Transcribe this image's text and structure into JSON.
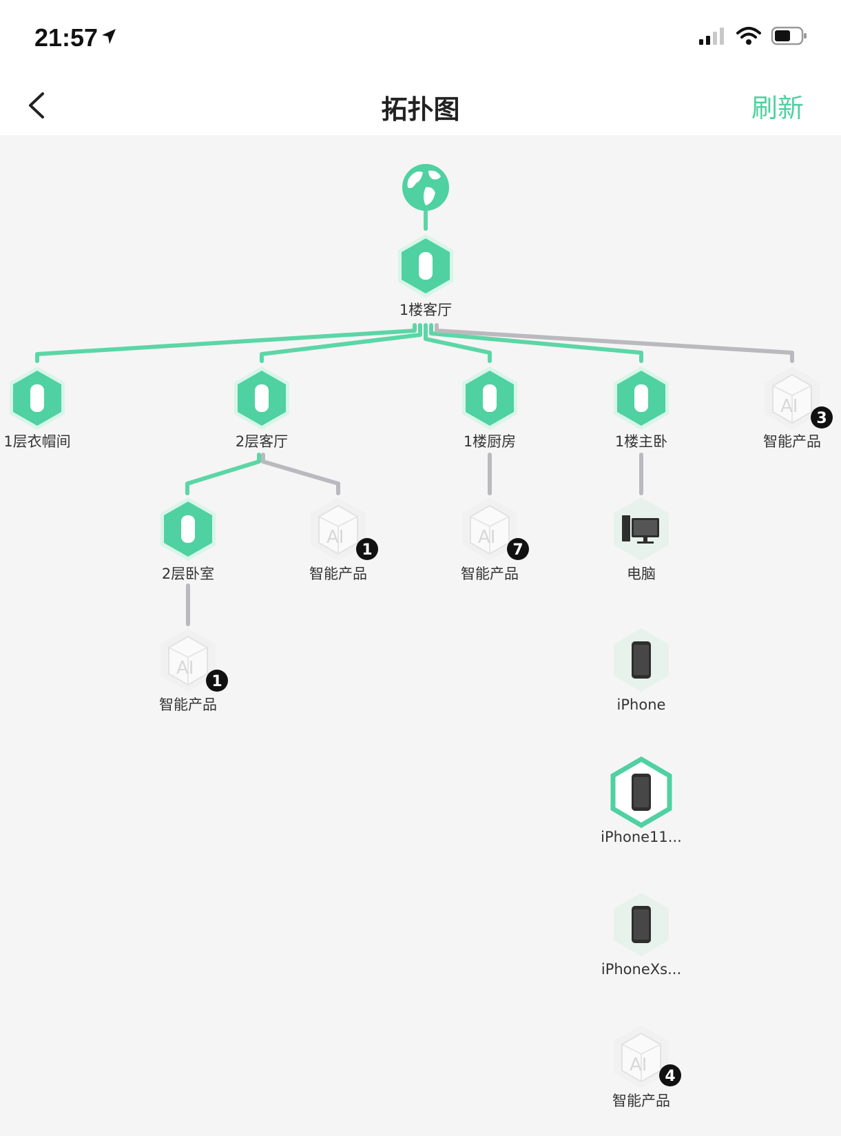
{
  "status_bar": {
    "time": "21:57"
  },
  "nav": {
    "title": "拓扑图",
    "refresh_label": "刷新"
  },
  "colors": {
    "accent": "#4fd1a1",
    "line_active": "#5cd6a6",
    "line_inactive": "#b9b9be",
    "badge": "#111111"
  },
  "topology": {
    "root": {
      "icon": "globe-icon"
    },
    "main_router": {
      "label": "1楼客厅"
    },
    "level1": [
      {
        "label": "1层衣帽间",
        "type": "router"
      },
      {
        "label": "2层客厅",
        "type": "router"
      },
      {
        "label": "1楼厨房",
        "type": "router"
      },
      {
        "label": "1楼主卧",
        "type": "router"
      },
      {
        "label": "智能产品",
        "type": "smart",
        "badge": "3"
      }
    ],
    "living2f_children": [
      {
        "label": "2层卧室",
        "type": "router"
      },
      {
        "label": "智能产品",
        "type": "smart",
        "badge": "1"
      }
    ],
    "bedroom2f_children": [
      {
        "label": "智能产品",
        "type": "smart",
        "badge": "1"
      }
    ],
    "kitchen_children": [
      {
        "label": "智能产品",
        "type": "smart",
        "badge": "7"
      }
    ],
    "master_children": [
      {
        "label": "电脑",
        "type": "computer"
      },
      {
        "label": "iPhone",
        "type": "phone"
      },
      {
        "label": "iPhone11...",
        "type": "phone",
        "highlight": true
      },
      {
        "label": "iPhoneXs...",
        "type": "phone"
      },
      {
        "label": "智能产品",
        "type": "smart",
        "badge": "4"
      }
    ]
  }
}
